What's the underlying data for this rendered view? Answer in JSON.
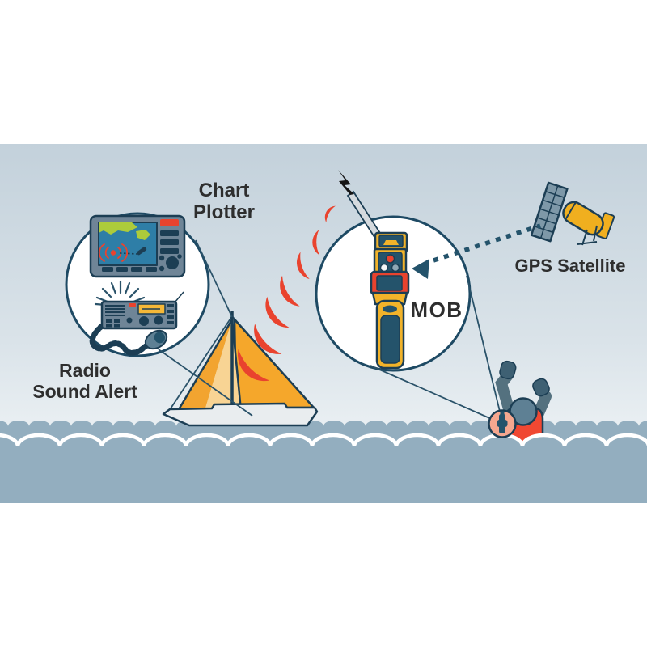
{
  "labels": {
    "chart_plotter": {
      "line1": "Chart",
      "line2": "Plotter"
    },
    "radio_alert": {
      "line1": "Radio",
      "line2": "Sound Alert"
    },
    "mob": "MOB",
    "gps_satellite": "GPS Satellite"
  },
  "signal_arcs_count": 7,
  "colors": {
    "sky_top": "#C3D1DB",
    "sky_mid": "#DAE3E9",
    "sky_bottom": "#F7FAFB",
    "water": "#93AEBF",
    "outline_navy": "#1C3E54",
    "signal_red": "#E9432E",
    "device_gray": "#6F8597",
    "screen_blue": "#2E7EA7",
    "land_green": "#ADCB3B",
    "display_amber": "#F5B838",
    "beacon_yellow": "#F2B32A",
    "panel_teal": "#24536B",
    "sail_orange": "#F5A72B",
    "sail_light": "#F8D494",
    "sail_shade": "#F2A430",
    "hull_gray": "#E9EDEF",
    "vest_red": "#F04832",
    "salmon": "#F5A78F",
    "arm_slate": "#54717F",
    "mitten_slate": "#3E6073",
    "head_slate": "#5E8094",
    "sat_panel": "#7E98A8",
    "sat_body": "#F0AF1F",
    "line_thin": "#2A5269",
    "circle_stroke": "#1E4A64",
    "label_ink": "#2E2E2E",
    "antenna_gray": "#D5DADE"
  }
}
